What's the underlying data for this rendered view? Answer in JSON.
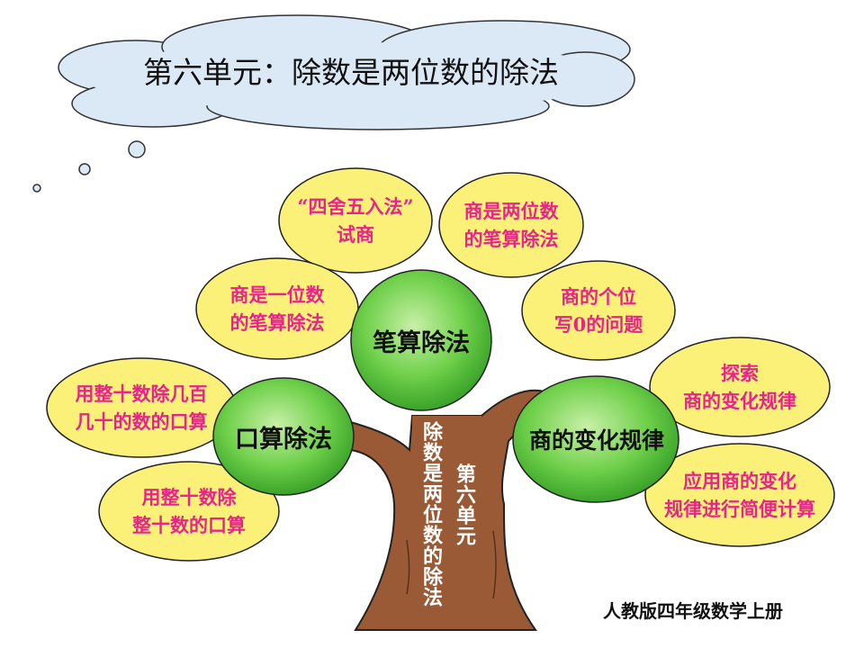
{
  "title": "第六单元：除数是两位数的除法",
  "center_nodes": {
    "written": "笔算除法",
    "oral": "口算除法",
    "pattern": "商的变化规律"
  },
  "leaves": {
    "rounding_trial": "“四舍五入法”\n试商",
    "two_digit_quotient": "商是两位数\n的笔算除法",
    "one_digit_quotient": "商是一位数\n的笔算除法",
    "zero_in_ones": "商的个位\n写0的问题",
    "tens_hundreds": "用整十数除几百\n几十的数的口算",
    "tens_tens": "用整十数除\n整十数的口算",
    "explore_pattern": "探索\n商的变化规律",
    "apply_pattern": "应用商的变化\n规律进行简便计算"
  },
  "trunk": {
    "left": "除数是两位数的除法",
    "right": "第六单元"
  },
  "footer": "人教版四年级数学上册",
  "colors": {
    "leaf_fill": "#fbf179",
    "node_fill": "#6fd04a",
    "leaf_text": "#e8248c",
    "trunk": "#9a5a35",
    "cloud_fill": "#dbe8f6"
  }
}
